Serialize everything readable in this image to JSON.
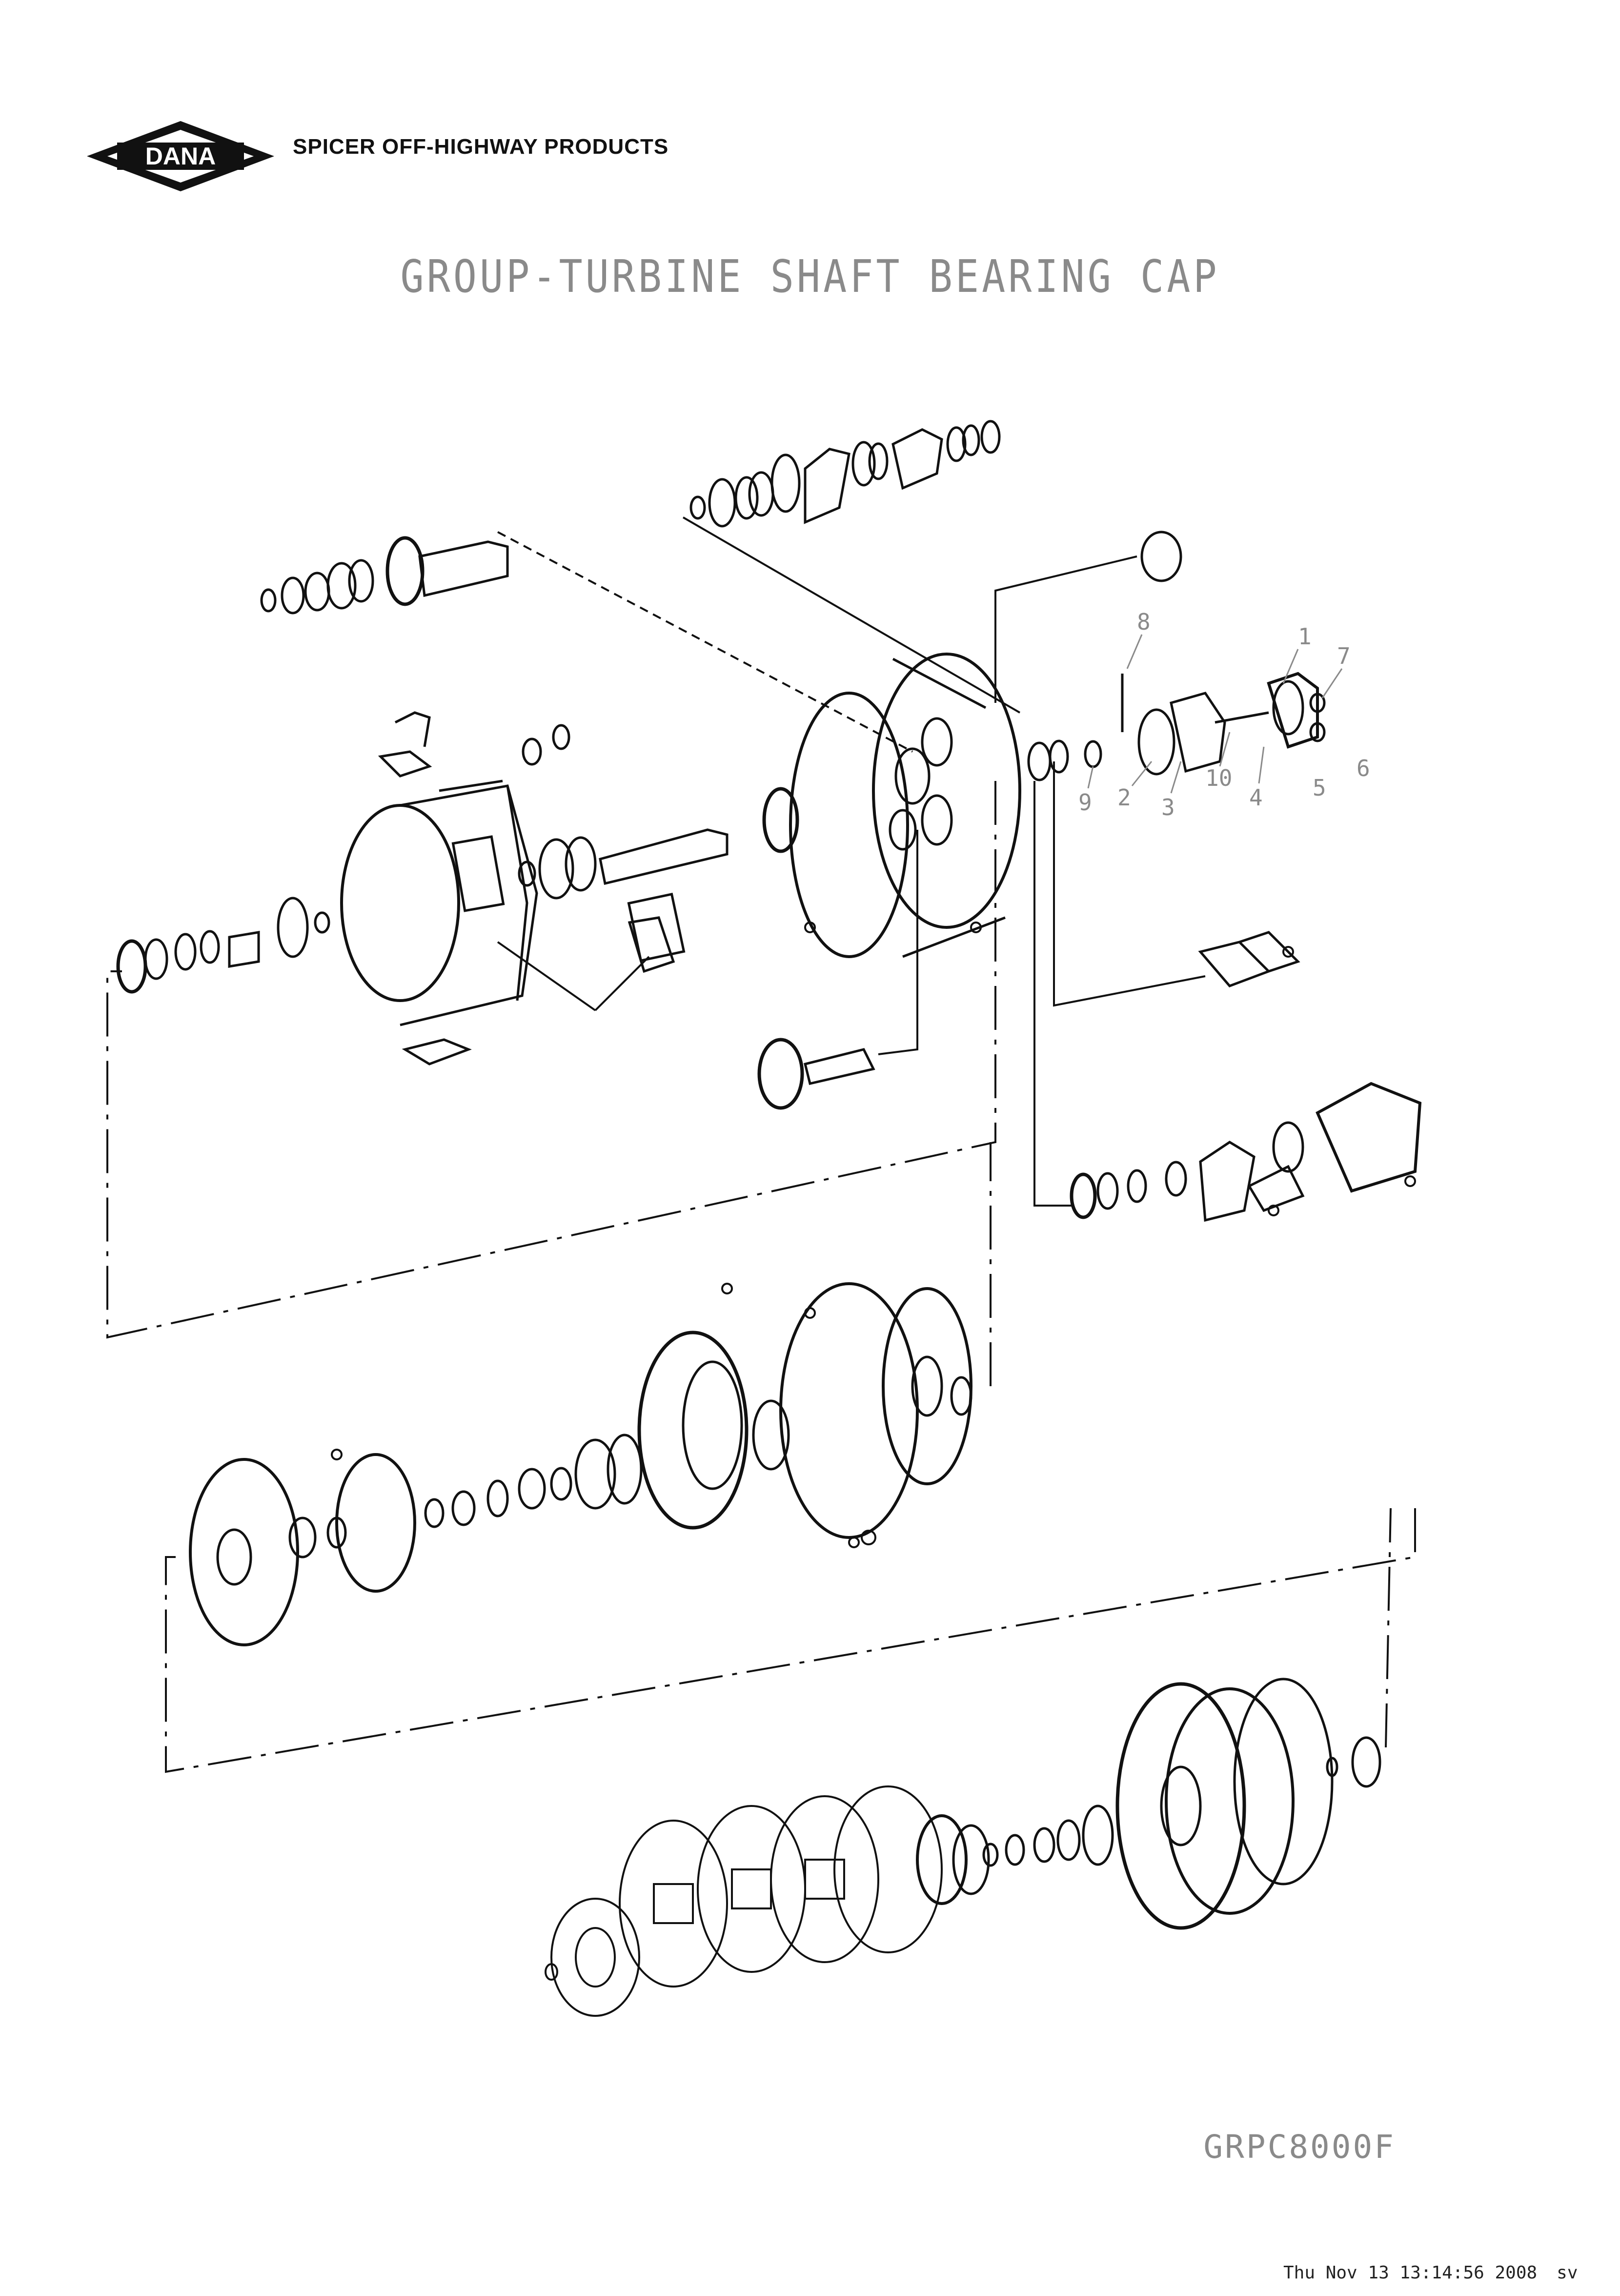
{
  "header": {
    "logo_text": "DANA",
    "brand": "SPICER OFF-HIGHWAY PRODUCTS"
  },
  "title": "GROUP-TURBINE SHAFT BEARING CAP",
  "callouts": [
    "1",
    "2",
    "3",
    "4",
    "5",
    "6",
    "7",
    "8",
    "9",
    "10"
  ],
  "footer": {
    "drawing_code": "GRPC8000F",
    "timestamp": "Thu Nov 13 13:14:56 2008",
    "user": "sv"
  },
  "colors": {
    "ink": "#111111",
    "callout": "#8a8a8a"
  }
}
